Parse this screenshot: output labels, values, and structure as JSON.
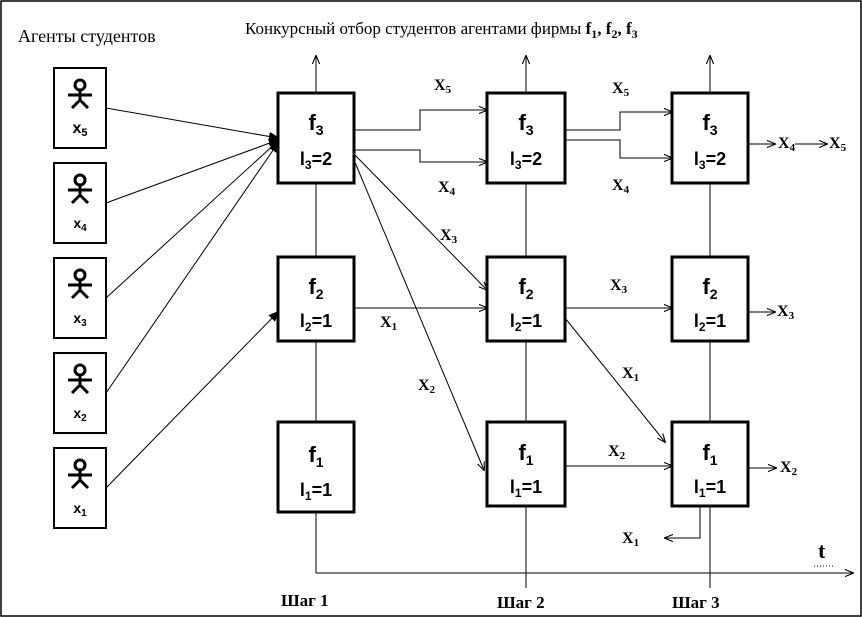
{
  "header": {
    "left_title": "Агенты студентов",
    "center_title": "Конкурсный отбор студентов агентами фирмы",
    "center_title_firms": [
      {
        "main": "f",
        "sub": "1",
        "after": ","
      },
      {
        "main": "f",
        "sub": "2",
        "after": ","
      },
      {
        "main": "f",
        "sub": "3",
        "after": ""
      }
    ]
  },
  "students": [
    {
      "label": {
        "main": "x",
        "sub": "5"
      }
    },
    {
      "label": {
        "main": "x",
        "sub": "4"
      }
    },
    {
      "label": {
        "main": "x",
        "sub": "3"
      }
    },
    {
      "label": {
        "main": "x",
        "sub": "2"
      }
    },
    {
      "label": {
        "main": "x",
        "sub": "1"
      }
    }
  ],
  "firm_boxes": [
    {
      "step": 1,
      "name": {
        "main": "f",
        "sub": "3"
      },
      "quota": {
        "main": "l",
        "sub": "3",
        "rest": "=2"
      }
    },
    {
      "step": 1,
      "name": {
        "main": "f",
        "sub": "2"
      },
      "quota": {
        "main": "l",
        "sub": "2",
        "rest": "=1"
      }
    },
    {
      "step": 1,
      "name": {
        "main": "f",
        "sub": "1"
      },
      "quota": {
        "main": "l",
        "sub": "1",
        "rest": "=1"
      }
    },
    {
      "step": 2,
      "name": {
        "main": "f",
        "sub": "3"
      },
      "quota": {
        "main": "l",
        "sub": "3",
        "rest": "=2"
      }
    },
    {
      "step": 2,
      "name": {
        "main": "f",
        "sub": "2"
      },
      "quota": {
        "main": "l",
        "sub": "2",
        "rest": "=1"
      }
    },
    {
      "step": 2,
      "name": {
        "main": "f",
        "sub": "1"
      },
      "quota": {
        "main": "l",
        "sub": "1",
        "rest": "=1"
      }
    },
    {
      "step": 3,
      "name": {
        "main": "f",
        "sub": "3"
      },
      "quota": {
        "main": "l",
        "sub": "3",
        "rest": "=2"
      }
    },
    {
      "step": 3,
      "name": {
        "main": "f",
        "sub": "2"
      },
      "quota": {
        "main": "l",
        "sub": "2",
        "rest": "=1"
      }
    },
    {
      "step": 3,
      "name": {
        "main": "f",
        "sub": "1"
      },
      "quota": {
        "main": "l",
        "sub": "1",
        "rest": "=1"
      }
    }
  ],
  "arrow_labels": [
    {
      "main": "X",
      "sub": "5"
    },
    {
      "main": "X",
      "sub": "4"
    },
    {
      "main": "X",
      "sub": "3"
    },
    {
      "main": "X",
      "sub": "1"
    },
    {
      "main": "X",
      "sub": "2"
    },
    {
      "main": "X",
      "sub": "5"
    },
    {
      "main": "X",
      "sub": "4"
    },
    {
      "main": "X",
      "sub": "3"
    },
    {
      "main": "X",
      "sub": "1"
    },
    {
      "main": "X",
      "sub": "2"
    },
    {
      "main": "X",
      "sub": "1"
    }
  ],
  "outputs": [
    {
      "main": "X",
      "sub": "4"
    },
    {
      "main": "X",
      "sub": "5"
    },
    {
      "main": "X",
      "sub": "3"
    },
    {
      "main": "X",
      "sub": "2"
    }
  ],
  "steps": [
    "Шаг 1",
    "Шаг 2",
    "Шаг 3"
  ],
  "time_axis_label": "t"
}
